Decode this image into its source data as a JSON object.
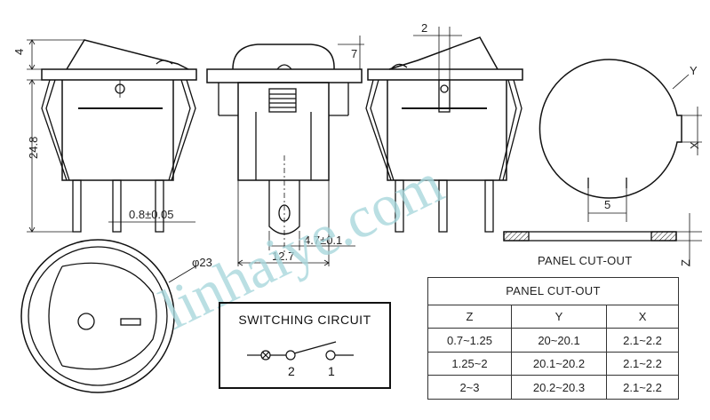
{
  "dimensions": {
    "height": "4",
    "total_height": "24.8",
    "cap": "7",
    "rocker_offset": "2",
    "pin_width": "0.8±0.05",
    "pin_spacing": "4.7±0.1",
    "body_width": "12.7",
    "diameter": "φ23",
    "cutout_y": "Y",
    "cutout_x": "X",
    "cutout_notch": "5",
    "cutout_z": "Z"
  },
  "watermark": "linhaiye.com",
  "switching_circuit": {
    "title": "SWITCHING CIRCUIT",
    "terminal_2": "2",
    "terminal_1": "1"
  },
  "panel_cutout": {
    "label": "PANEL CUT-OUT",
    "table_title": "PANEL CUT-OUT",
    "headers": [
      "Z",
      "Y",
      "X"
    ],
    "rows": [
      [
        "0.7~1.25",
        "20~20.1",
        "2.1~2.2"
      ],
      [
        "1.25~2",
        "20.1~20.2",
        "2.1~2.2"
      ],
      [
        "2~3",
        "20.2~20.3",
        "2.1~2.2"
      ]
    ]
  }
}
